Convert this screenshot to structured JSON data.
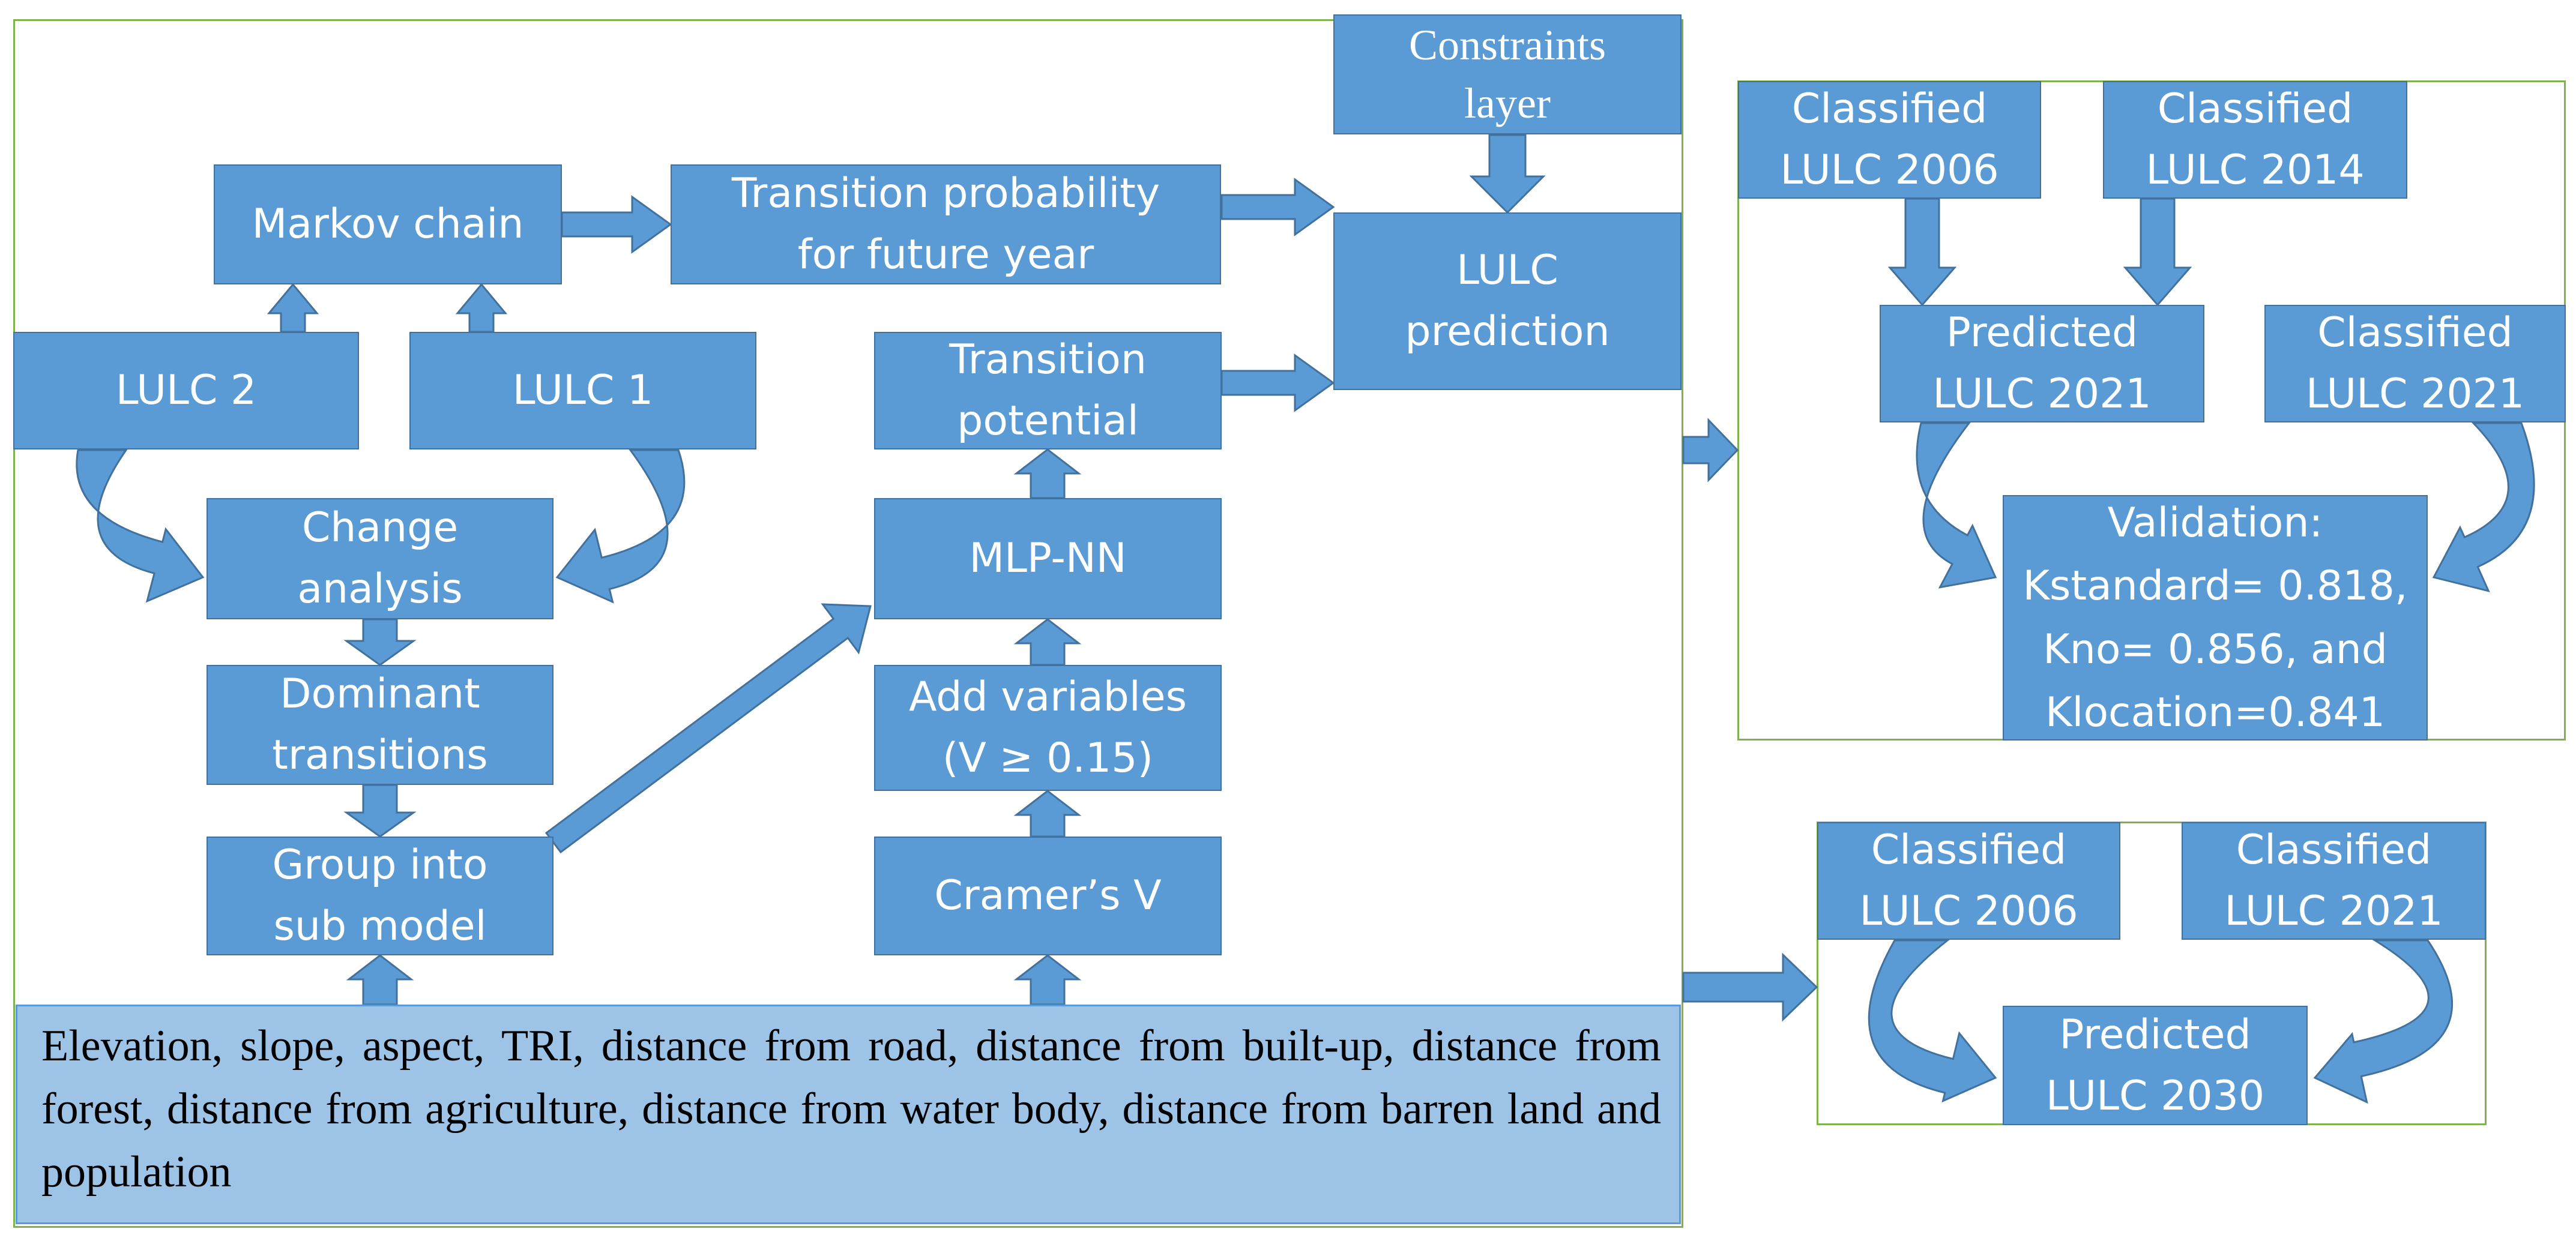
{
  "boxes": {
    "constraints": [
      "Constraints",
      "layer"
    ],
    "markov": [
      "Markov chain"
    ],
    "transition_prob": [
      "Transition probability",
      "for future year"
    ],
    "lulc_prediction": [
      "LULC",
      "prediction"
    ],
    "lulc2": [
      "LULC 2"
    ],
    "lulc1": [
      "LULC 1"
    ],
    "transition_potential": [
      "Transition",
      "potential"
    ],
    "change_analysis": [
      "Change",
      "analysis"
    ],
    "mlp_nn": [
      "MLP-NN"
    ],
    "dominant": [
      "Dominant",
      "transitions"
    ],
    "add_variables": [
      "Add variables",
      "(V ≥ 0.15)"
    ],
    "group": [
      "Group into",
      "sub model"
    ],
    "cramers": [
      "Cramer’s V"
    ],
    "classified_2006_a": [
      "Classified",
      "LULC 2006"
    ],
    "classified_2014": [
      "Classified",
      "LULC 2014"
    ],
    "predicted_2021": [
      "Predicted",
      "LULC 2021"
    ],
    "classified_2021_a": [
      "Classified",
      "LULC 2021"
    ],
    "validation": [
      "Validation:",
      "Kstandard= 0.818,",
      "Kno= 0.856, and",
      "Klocation=0.841"
    ],
    "classified_2006_b": [
      "Classified",
      "LULC 2006"
    ],
    "classified_2021_b": [
      "Classified",
      "LULC 2021"
    ],
    "predicted_2030": [
      "Predicted",
      "LULC 2030"
    ]
  },
  "variables_text": "Elevation, slope, aspect, TRI, distance from road, distance from built-up, distance from forest, distance from agriculture, distance from water body, distance from barren land and population",
  "colors": {
    "box_fill": "#5b9bd5",
    "box_border": "#41719c",
    "variables_fill": "#9dc3e6",
    "frame_border": "#7fb24a"
  }
}
